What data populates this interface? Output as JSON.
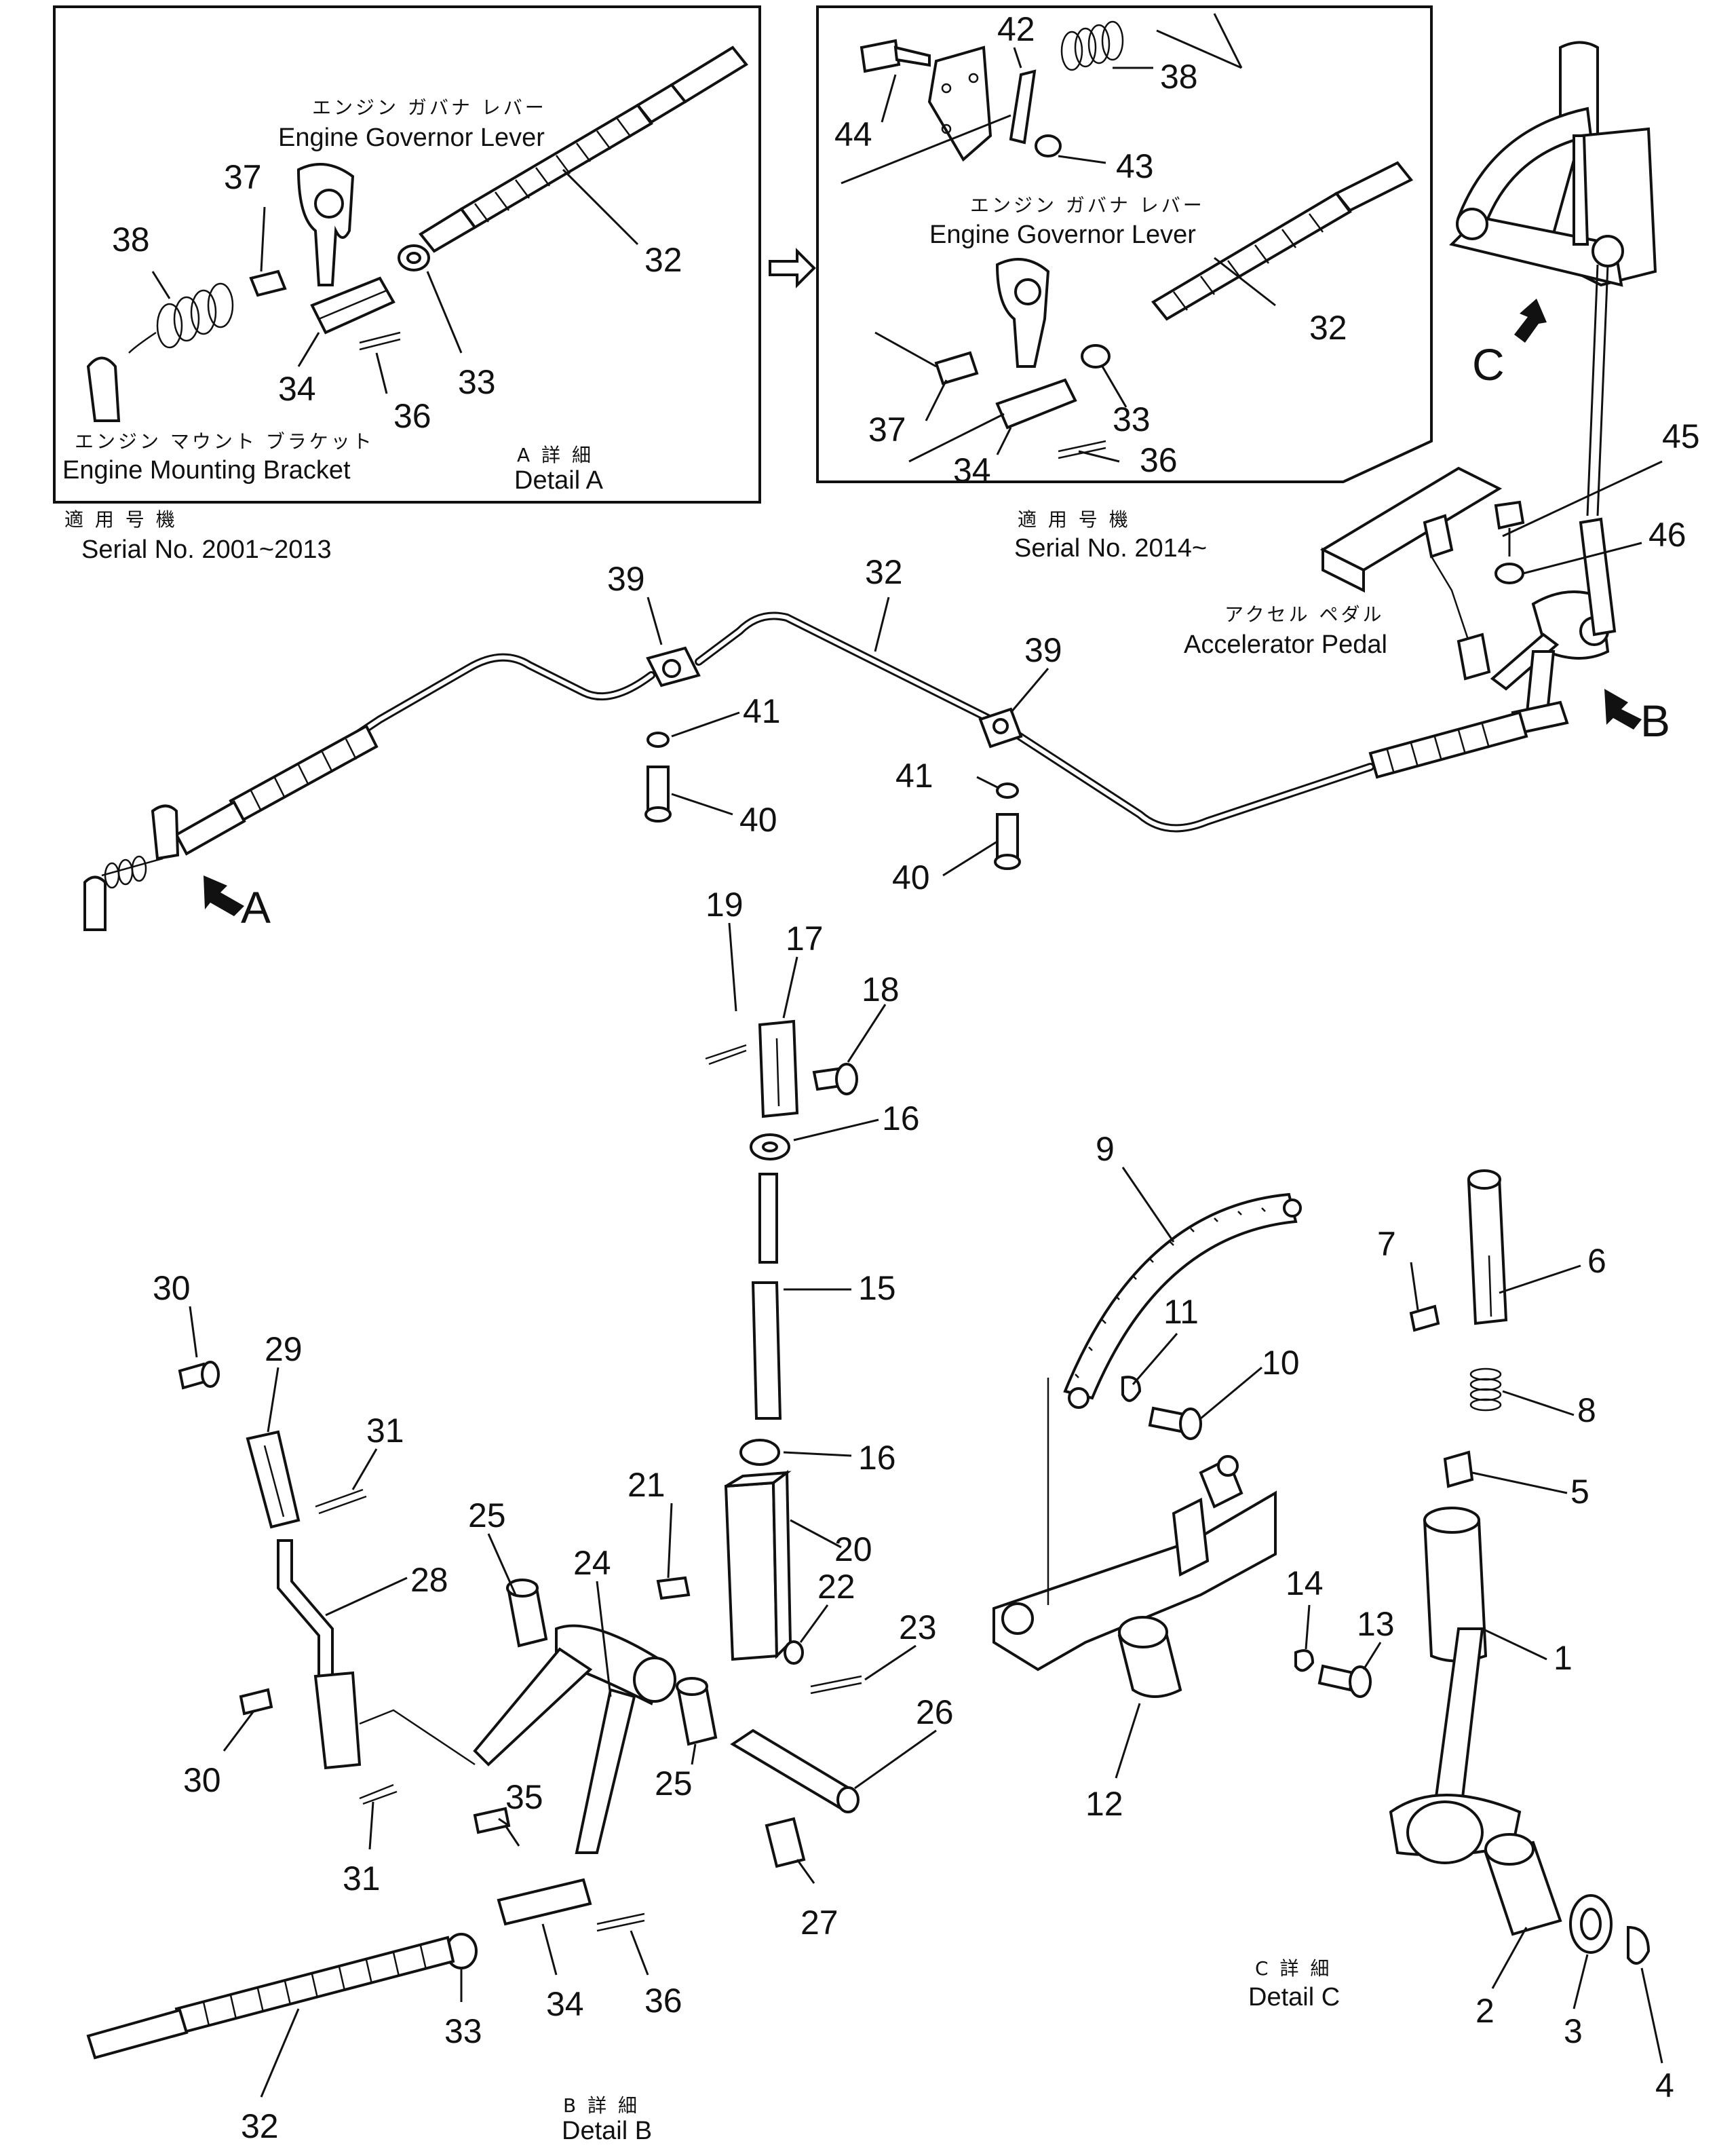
{
  "detail_a": {
    "jp_lever": "エンジン ガバナ レバー",
    "en_lever": "Engine Governor Lever",
    "jp_bracket": "エンジン マウント ブラケット",
    "en_bracket": "Engine Mounting Bracket",
    "jp_title": "A 詳 細",
    "en_title": "Detail A",
    "jp_serial": "適 用 号 機",
    "serial": "Serial No. 2001~2013",
    "parts": {
      "p38": "38",
      "p37": "37",
      "p34": "34",
      "p36": "36",
      "p33": "33",
      "p32": "32"
    }
  },
  "detail_a2": {
    "jp_lever": "エンジン ガバナ レバー",
    "en_lever": "Engine Governor Lever",
    "jp_serial": "適 用 号 機",
    "serial": "Serial No. 2014~",
    "parts": {
      "p42": "42",
      "p44": "44",
      "p38": "38",
      "p43": "43",
      "p32": "32",
      "p33": "33",
      "p37": "37",
      "p34": "34",
      "p36": "36"
    }
  },
  "main": {
    "jp_pedal": "アクセル ペダル",
    "en_pedal": "Accelerator Pedal",
    "arrows": {
      "a": "A",
      "b": "B",
      "c": "C"
    },
    "parts": {
      "p39a": "39",
      "p32": "32",
      "p39b": "39",
      "p41a": "41",
      "p40a": "40",
      "p41b": "41",
      "p40b": "40",
      "p45": "45",
      "p46": "46"
    }
  },
  "detail_b": {
    "jp_title": "B 詳 細",
    "en_title": "Detail B",
    "parts": {
      "p19": "19",
      "p17": "17",
      "p18": "18",
      "p16a": "16",
      "p15": "15",
      "p16b": "16",
      "p20": "20",
      "p21": "21",
      "p22": "22",
      "p23": "23",
      "p24": "24",
      "p25a": "25",
      "p25b": "25",
      "p26": "26",
      "p27": "27",
      "p28": "28",
      "p29": "29",
      "p30a": "30",
      "p30b": "30",
      "p31a": "31",
      "p31b": "31",
      "p35": "35",
      "p34": "34",
      "p36": "36",
      "p33": "33",
      "p32": "32"
    }
  },
  "detail_c": {
    "jp_title": "C 詳 細",
    "en_title": "Detail C",
    "parts": {
      "p9": "9",
      "p11": "11",
      "p10": "10",
      "p7": "7",
      "p6": "6",
      "p8": "8",
      "p5": "5",
      "p1": "1",
      "p14": "14",
      "p13": "13",
      "p12": "12",
      "p2": "2",
      "p3": "3",
      "p4": "4"
    }
  }
}
